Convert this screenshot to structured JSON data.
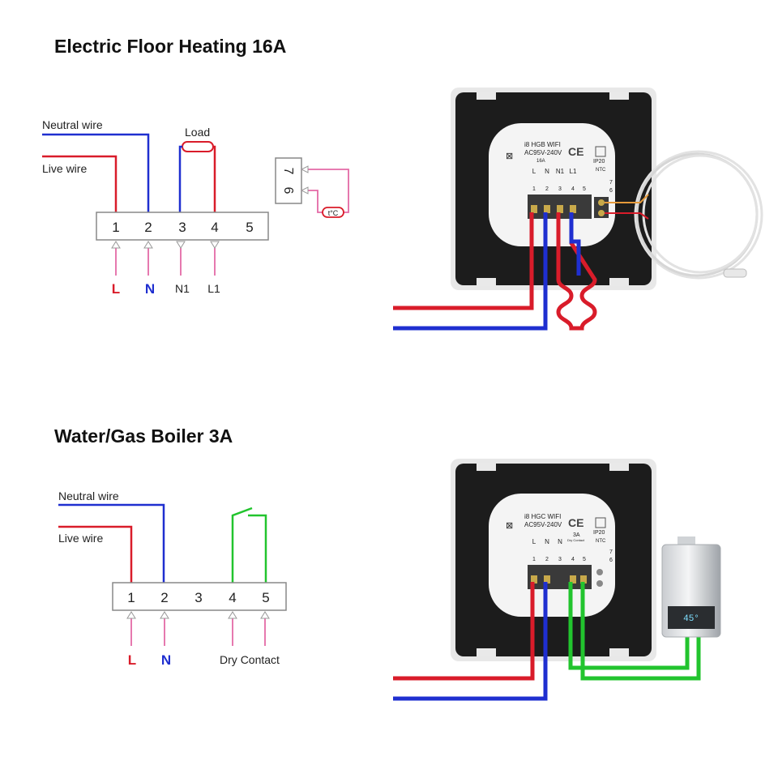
{
  "section1": {
    "title": "Electric Floor Heating 16A",
    "neutral_label": "Neutral wire",
    "live_label": "Live wire",
    "load_label": "Load",
    "terminals": [
      "1",
      "2",
      "3",
      "4",
      "5"
    ],
    "inputs": [
      "L",
      "N",
      "N1",
      "L1"
    ],
    "sensor_terminals": [
      "7",
      "6"
    ],
    "sensor_label": "t°C",
    "device": {
      "model": "i8 HGB WIFI",
      "voltage": "AC95V-240V",
      "rating": "16A",
      "ip": "IP20",
      "ntc": "NTC",
      "pins": [
        "L",
        "N",
        "N1",
        "L1"
      ],
      "terminals": [
        "1",
        "2",
        "3",
        "4",
        "5"
      ],
      "side_terminals": [
        "7",
        "6"
      ]
    }
  },
  "section2": {
    "title": "Water/Gas Boiler 3A",
    "neutral_label": "Neutral wire",
    "live_label": "Live wire",
    "terminals": [
      "1",
      "2",
      "3",
      "4",
      "5"
    ],
    "inputs": [
      "L",
      "N"
    ],
    "dry_contact_label": "Dry Contact",
    "device": {
      "model": "i8 HGC WIFI",
      "voltage": "AC95V-240V",
      "rating": "3A",
      "dry_contact": "Dry Contact",
      "ip": "IP20",
      "ntc": "NTC",
      "pins": [
        "L",
        "N",
        "N"
      ],
      "terminals": [
        "1",
        "2",
        "3",
        "4",
        "5"
      ],
      "side_terminals": [
        "7",
        "6"
      ]
    },
    "boiler_display": "45°"
  },
  "colors": {
    "neutral": "#1f2fd0",
    "live": "#d91c2a",
    "sensor": "#e46aa6",
    "dry_contact": "#22c42e",
    "device_frame": "#1c1c1c"
  }
}
